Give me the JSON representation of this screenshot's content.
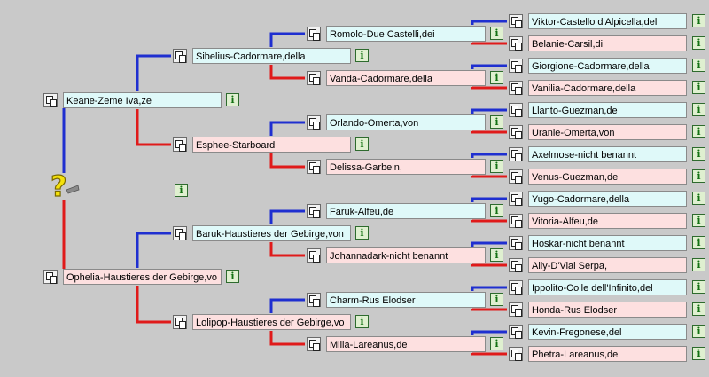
{
  "generation1": [
    {
      "name": "Keane-Zeme Iva,ze",
      "sex": "sire"
    },
    {
      "name": "Ophelia-Haustieres der Gebirge,vo",
      "sex": "dam"
    }
  ],
  "generation2": [
    {
      "name": "Sibelius-Cadormare,della",
      "sex": "sire"
    },
    {
      "name": "Esphee-Starboard",
      "sex": "dam"
    },
    {
      "name": "Baruk-Haustieres der Gebirge,von",
      "sex": "sire"
    },
    {
      "name": "Lolipop-Haustieres der Gebirge,vo",
      "sex": "dam"
    }
  ],
  "generation3": [
    {
      "name": "Romolo-Due Castelli,dei",
      "sex": "sire"
    },
    {
      "name": "Vanda-Cadormare,della",
      "sex": "dam"
    },
    {
      "name": "Orlando-Omerta,von",
      "sex": "sire"
    },
    {
      "name": "Delissa-Garbein,",
      "sex": "dam"
    },
    {
      "name": "Faruk-Alfeu,de",
      "sex": "sire"
    },
    {
      "name": "Johannadark-nicht benannt",
      "sex": "dam"
    },
    {
      "name": "Charm-Rus Elodser",
      "sex": "sire"
    },
    {
      "name": "Milla-Lareanus,de",
      "sex": "dam"
    }
  ],
  "generation4": [
    {
      "name": "Viktor-Castello d'Alpicella,del",
      "sex": "sire"
    },
    {
      "name": "Belanie-Carsil,di",
      "sex": "dam"
    },
    {
      "name": "Giorgione-Cadormare,della",
      "sex": "sire"
    },
    {
      "name": "Vanilia-Cadormare,della",
      "sex": "dam"
    },
    {
      "name": "Llanto-Guezman,de",
      "sex": "sire"
    },
    {
      "name": "Uranie-Omerta,von",
      "sex": "dam"
    },
    {
      "name": "Axelmose-nicht benannt",
      "sex": "sire"
    },
    {
      "name": "Venus-Guezman,de",
      "sex": "dam"
    },
    {
      "name": "Yugo-Cadormare,della",
      "sex": "sire"
    },
    {
      "name": "Vitoria-Alfeu,de",
      "sex": "dam"
    },
    {
      "name": "Hoskar-nicht benannt",
      "sex": "sire"
    },
    {
      "name": "Ally-D'Vial Serpa,",
      "sex": "dam"
    },
    {
      "name": "Ippolito-Colle dell'Infinito,del",
      "sex": "sire"
    },
    {
      "name": "Honda-Rus Elodser",
      "sex": "dam"
    },
    {
      "name": "Kevin-Fregonese,del",
      "sex": "sire"
    },
    {
      "name": "Phetra-Lareanus,de",
      "sex": "dam"
    }
  ],
  "icons": {
    "info_glyph": "i",
    "question_glyph": "?",
    "pedigree_icon": "pedigree-icon",
    "info_icon": "info-icon",
    "unknown_subject_icon": "question-mark-icon"
  },
  "colors": {
    "background": "#c9c9c9",
    "sire_line": "#1f2fd0",
    "dam_line": "#e01a1a",
    "sire_box": "#dff9f9",
    "dam_box": "#fde0e0",
    "info_green": "#137113"
  }
}
